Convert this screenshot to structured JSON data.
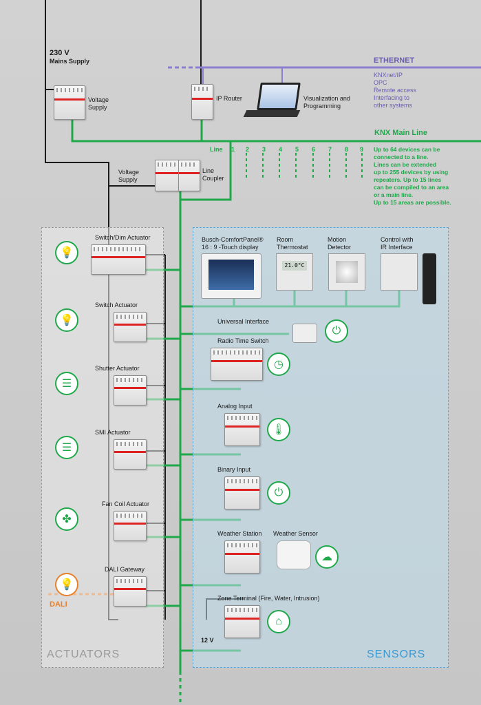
{
  "supply": {
    "voltage": "230 V",
    "mains": "Mains Supply",
    "voltage_supply": "Voltage\nSupply"
  },
  "ethernet": {
    "title": "ETHERNET",
    "items": [
      "KNXnet/IP",
      "OPC",
      "Remote access",
      "Interfacing to",
      "other systems"
    ]
  },
  "ip_router": "IP Router",
  "visualization": "Visualization and\nProgramming",
  "knx": {
    "title": "KNX Main Line",
    "line_label": "Line",
    "lines": [
      "1",
      "2",
      "3",
      "4",
      "5",
      "6",
      "7",
      "8",
      "9"
    ],
    "notes": [
      "Up to 64 devices can be",
      "connected to a line.",
      "Lines can be extended",
      "up to 255 devices by using",
      "repeaters. Up to 15 lines",
      "can be compiled to an area",
      "or a main line.",
      "Up to 15 areas are possible."
    ]
  },
  "line_supply": "Voltage\nSupply",
  "line_coupler": "Line\nCoupler",
  "actuators": {
    "panel_title": "ACTUATORS",
    "items": [
      {
        "label": "Switch/Dim Actuator",
        "icon": "bulb-icon"
      },
      {
        "label": "Switch Actuator",
        "icon": "bulb-icon"
      },
      {
        "label": "Shutter Actuator",
        "icon": "shutter-icon"
      },
      {
        "label": "SMI Actuator",
        "icon": "shutter-icon"
      },
      {
        "label": "Fan Coil Actuator",
        "icon": "fan-icon"
      },
      {
        "label": "DALI Gateway",
        "icon": "bulb-icon"
      }
    ],
    "dali": "DALI"
  },
  "sensors": {
    "panel_title": "SENSORS",
    "top": [
      {
        "label": "Busch-ComfortPanel®\n16 : 9 -Touch display"
      },
      {
        "label": "Room\nThermostat"
      },
      {
        "label": "Motion\nDetector"
      },
      {
        "label": "Control with\nIR Interface"
      }
    ],
    "thermostat_display": "21.0°C",
    "items": [
      {
        "label": "Universal Interface",
        "icon": "switch-icon"
      },
      {
        "label": "Radio Time Switch",
        "icon": "clock-icon"
      },
      {
        "label": "Analog Input",
        "icon": "thermometer-icon"
      },
      {
        "label": "Binary Input",
        "icon": "switch-icon"
      },
      {
        "label": "Weather Station",
        "icon": "weather-icon"
      },
      {
        "label": "Zone Terminal (Fire, Water, Intrusion)",
        "icon": "house-icon"
      }
    ],
    "weather_sensor": "Weather Sensor",
    "voltage_12": "12 V"
  },
  "colors": {
    "knx_green": "#1fa84a",
    "ethernet_purple": "#8b7fd0",
    "dali_orange": "#e8802a",
    "mains_black": "#1a1a1a"
  }
}
